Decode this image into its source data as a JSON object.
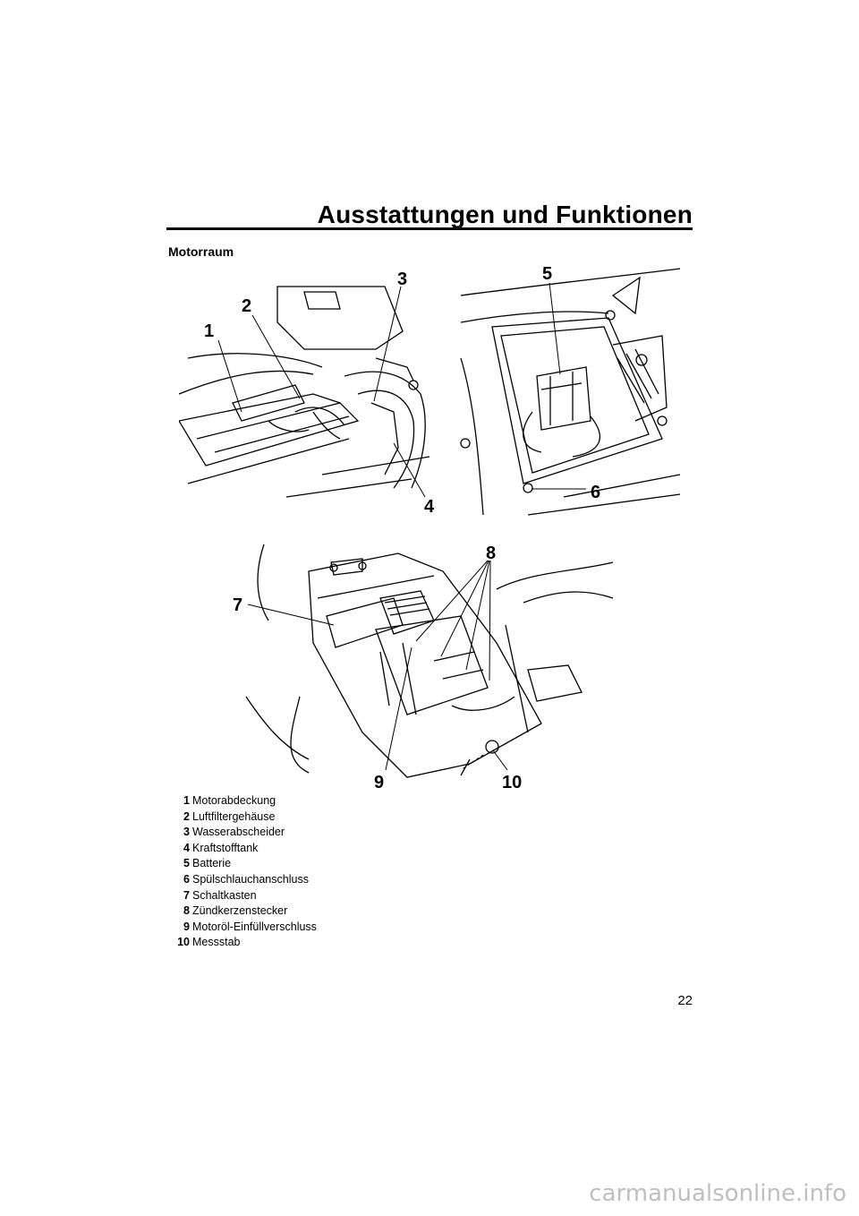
{
  "header": {
    "title": "Ausstattungen und Funktionen"
  },
  "section": {
    "title": "Motorraum"
  },
  "figures": {
    "left_callouts": [
      "1",
      "2",
      "3",
      "4"
    ],
    "right_callouts": [
      "5",
      "6"
    ],
    "bottom_callouts": [
      "7",
      "8",
      "9",
      "10"
    ]
  },
  "legend": [
    {
      "num": "1",
      "label": "Motorabdeckung"
    },
    {
      "num": "2",
      "label": "Luftfiltergehäuse"
    },
    {
      "num": "3",
      "label": "Wasserabscheider"
    },
    {
      "num": "4",
      "label": "Kraftstofftank"
    },
    {
      "num": "5",
      "label": "Batterie"
    },
    {
      "num": "6",
      "label": "Spülschlauchanschluss"
    },
    {
      "num": "7",
      "label": "Schaltkasten"
    },
    {
      "num": "8",
      "label": "Zündkerzenstecker"
    },
    {
      "num": "9",
      "label": "Motoröl-Einfüllverschluss"
    },
    {
      "num": "10",
      "label": "Messstab"
    }
  ],
  "footer": {
    "page_number": "22",
    "watermark": "carmanualsonline.info"
  }
}
